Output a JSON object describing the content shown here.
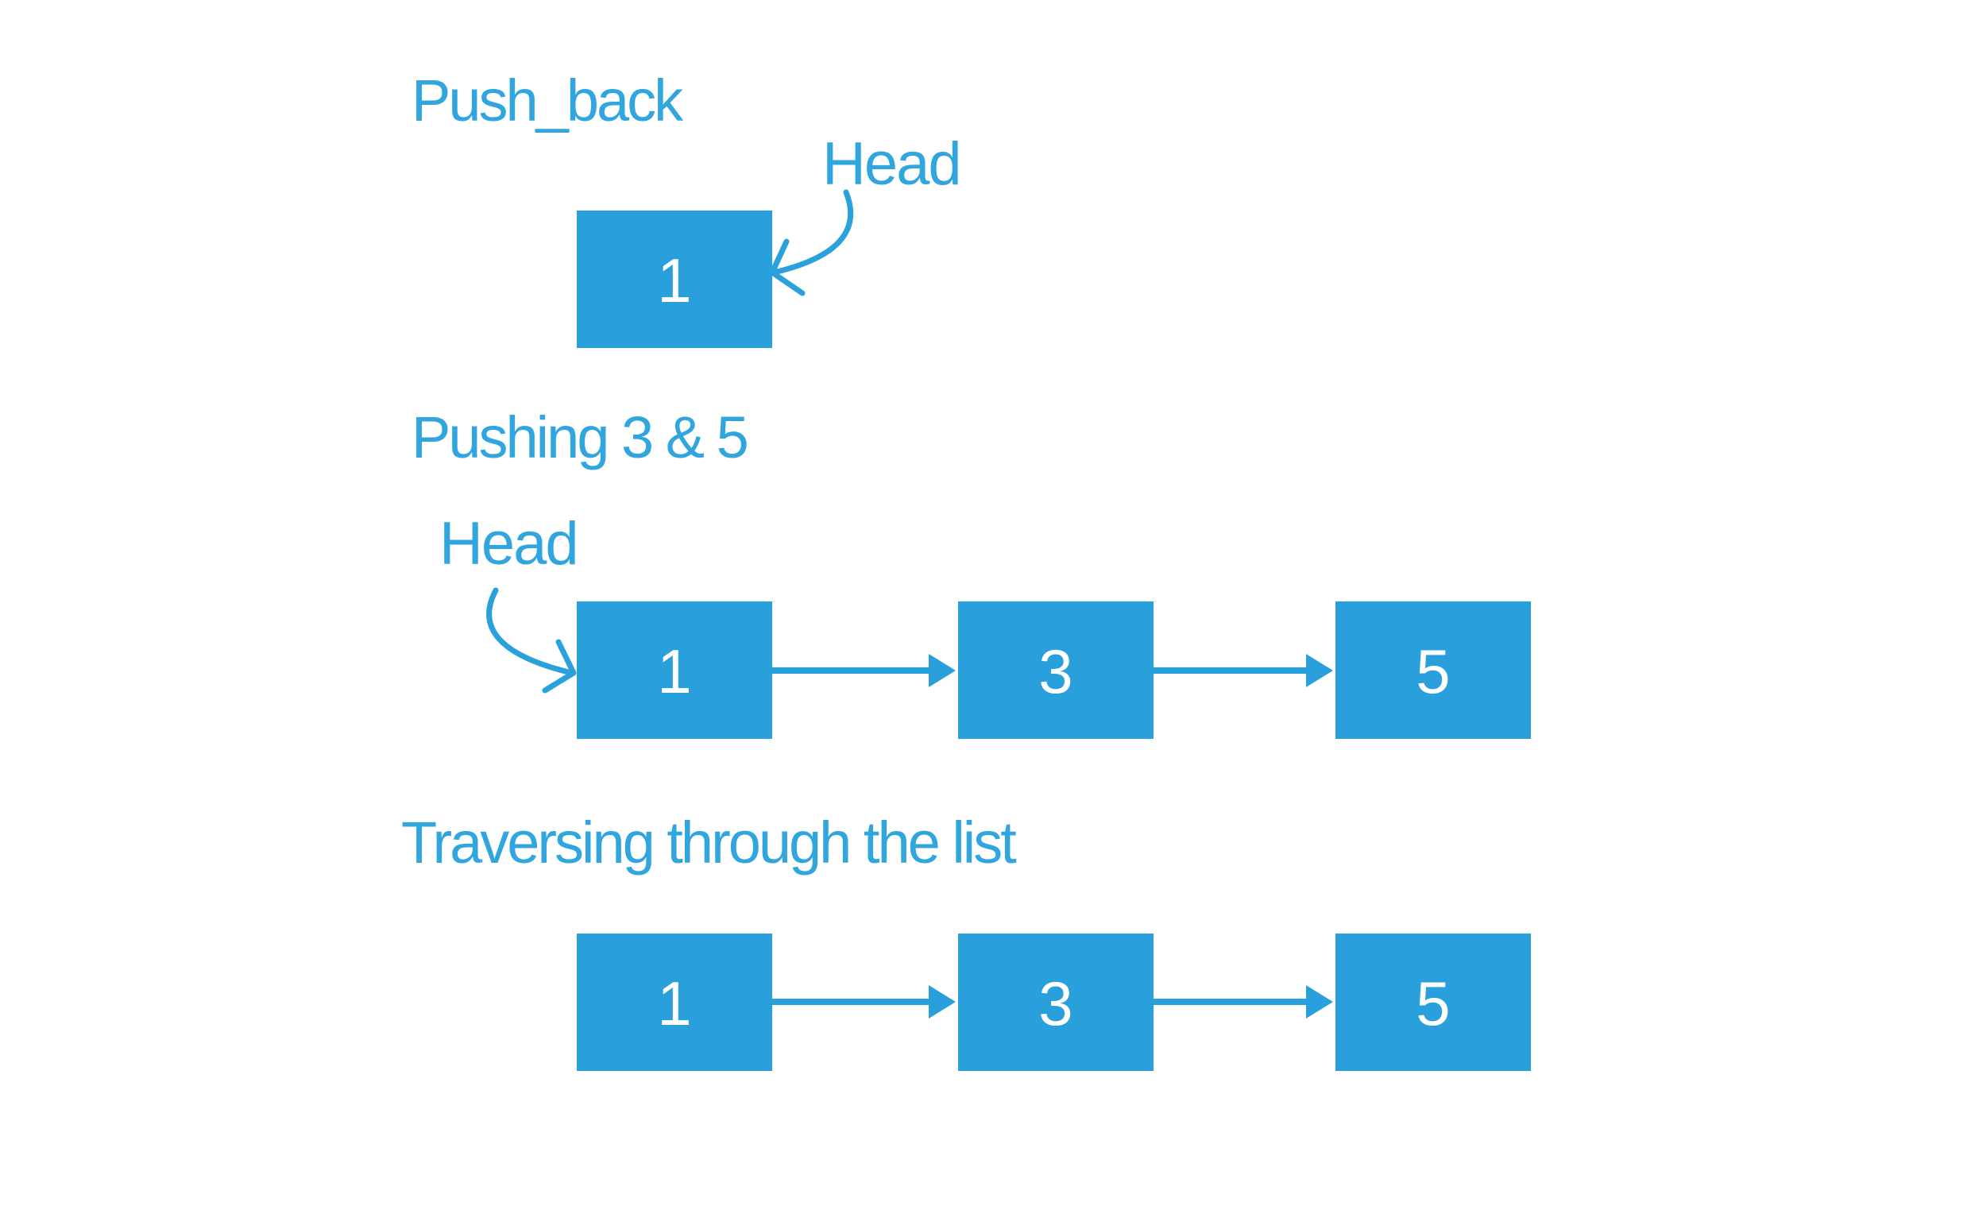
{
  "colors": {
    "node_fill": "#29A0DB",
    "arrow_blue": "#2BA1DC",
    "label_blue": "#31A5DE",
    "node_value_white": "#FFFFFF",
    "background": "#FFFFFF"
  },
  "sections": {
    "push_back": {
      "title": "Push_back",
      "head_label": "Head",
      "nodes": [
        "1"
      ]
    },
    "pushing": {
      "title": "Pushing 3 & 5",
      "head_label": "Head",
      "nodes": [
        "1",
        "3",
        "5"
      ]
    },
    "traversing": {
      "title": "Traversing through the list",
      "nodes": [
        "1",
        "3",
        "5"
      ]
    }
  }
}
